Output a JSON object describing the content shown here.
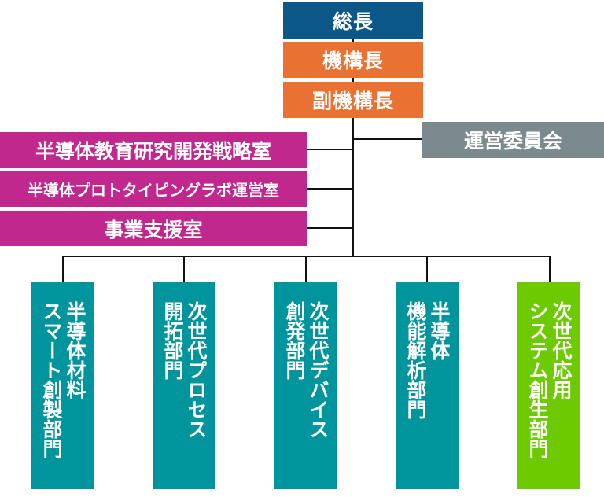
{
  "title": "組織図",
  "executive": [
    {
      "label": "総長",
      "color": "#0B5788"
    },
    {
      "label": "機構長",
      "color": "#E97132"
    },
    {
      "label": "副機構長",
      "color": "#E97132"
    }
  ],
  "committee": {
    "label": "運営委員会",
    "color": "#7A8A8E"
  },
  "offices": [
    {
      "label": "半導体教育研究開発戦略室",
      "color": "#C1288E"
    },
    {
      "label": "半導体プロトタイピングラボ運営室",
      "color": "#C1288E"
    },
    {
      "label": "事業支援室",
      "color": "#C1288E"
    }
  ],
  "divisions": [
    {
      "lines": [
        "半導体材料",
        "スマート創製部門"
      ],
      "color": "#00959C"
    },
    {
      "lines": [
        "次世代プロセス",
        "開拓部門"
      ],
      "color": "#00959C"
    },
    {
      "lines": [
        "次世代デバイス",
        "創発部門"
      ],
      "color": "#00959C"
    },
    {
      "lines": [
        "半導体",
        "機能解析部門"
      ],
      "color": "#00959C"
    },
    {
      "lines": [
        "次世代応用",
        "システム創生部門"
      ],
      "color": "#6DCA00"
    }
  ]
}
